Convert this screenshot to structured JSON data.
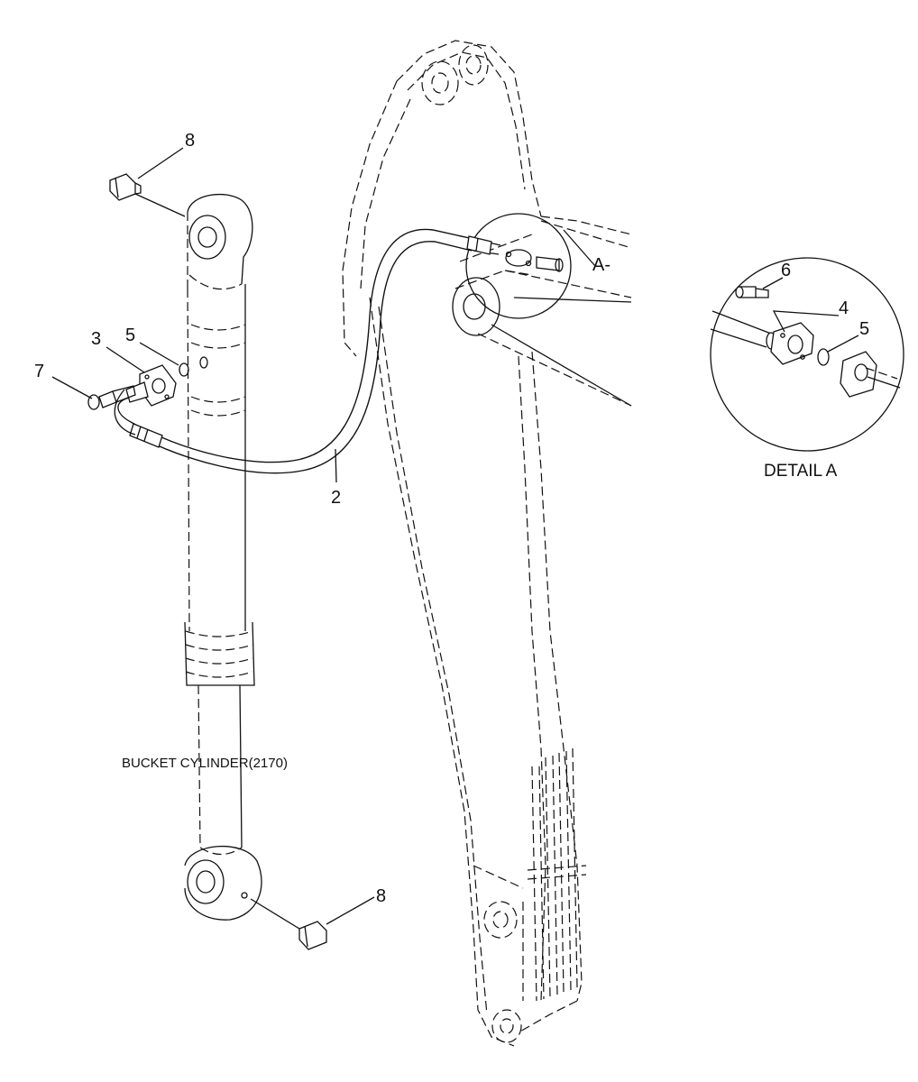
{
  "callouts": {
    "c8_top": "8",
    "c3": "3",
    "c5_left": "5",
    "c7": "7",
    "c2": "2",
    "c8_bottom": "8",
    "cA": "A-",
    "c6": "6",
    "c4": "4",
    "c5_detail": "5"
  },
  "labels": {
    "bucket_cylinder": "BUCKET CYLINDER(2170)",
    "detail_a": "DETAIL A"
  },
  "colors": {
    "line": "#111111",
    "background": "#ffffff"
  }
}
